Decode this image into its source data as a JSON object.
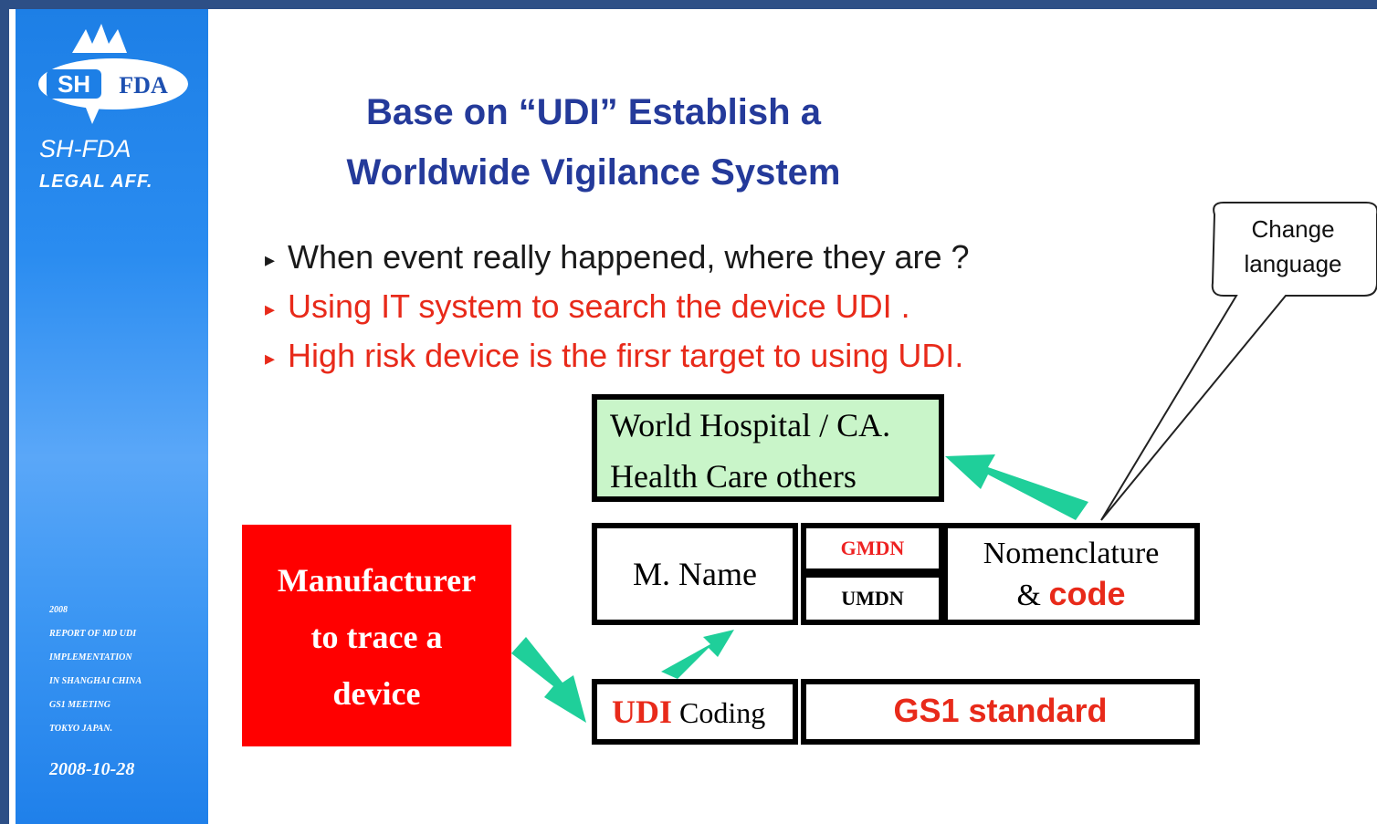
{
  "sidebar": {
    "org_name": "SH-FDA",
    "org_dept": "LEGAL  AFF.",
    "report_lines": [
      "2008",
      "REPORT OF MD UDI",
      "IMPLEMENTATION",
      "IN SHANGHAI CHINA",
      "GS1 MEETING",
      "TOKYO JAPAN."
    ],
    "date": "2008-10-28",
    "logo_text": "FDA",
    "logo_badge": "SH"
  },
  "title": {
    "line1": "Base on “UDI” Establish a",
    "line2": "Worldwide Vigilance System"
  },
  "bullets": [
    {
      "text": "When event really happened, where they are ?",
      "color": "#1a1a1a"
    },
    {
      "text": "Using IT system to search the device UDI .",
      "color": "#e82a1a"
    },
    {
      "text": "High risk device is the firsr target to using UDI.",
      "color": "#e82a1a"
    }
  ],
  "bullet_marker": "▸",
  "callout": {
    "line1": "Change",
    "line2": "language"
  },
  "diagram": {
    "world_line1": "World Hospital / CA.",
    "world_line2": "Health Care others",
    "manufacturer_line1": "Manufacturer",
    "manufacturer_line2": "to trace a",
    "manufacturer_line3": "device",
    "m_name": "M. Name",
    "gmdn": "GMDN",
    "umdn": "UMDN",
    "nomenclature": "Nomenclature",
    "amp": "&",
    "code": "code",
    "udi": "UDI",
    "coding": "Coding",
    "gs1": "GS1 standard"
  },
  "colors": {
    "frame": "#2d4f86",
    "sidebar": "#2a8cf0",
    "title": "#243a9a",
    "red": "#e82a1a",
    "manufacturer_fill": "#ff0000",
    "world_fill": "#c9f5c9",
    "arrow": "#1fcf9a"
  }
}
